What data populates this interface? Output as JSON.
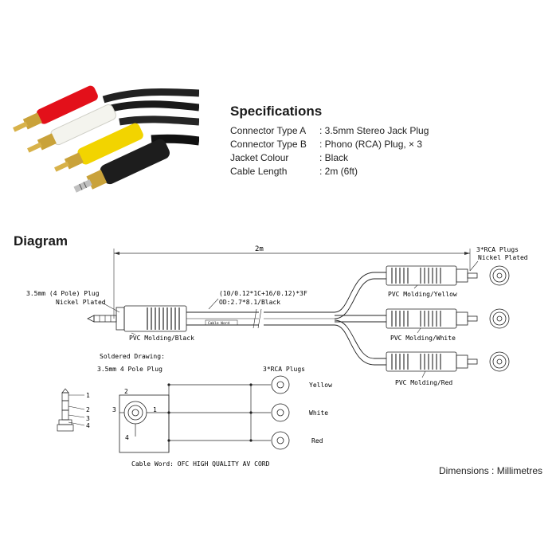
{
  "specifications": {
    "title": "Specifications",
    "rows": [
      {
        "key": "Connector Type A",
        "value": ": 3.5mm Stereo Jack Plug"
      },
      {
        "key": "Connector Type B",
        "value": ": Phono (RCA) Plug, × 3"
      },
      {
        "key": "Jacket Colour",
        "value": ": Black"
      },
      {
        "key": "Cable Length",
        "value": ": 2m (6ft)"
      }
    ]
  },
  "diagram": {
    "title": "Diagram",
    "length_label": "2m",
    "left_plug_line1": "3.5mm (4 Pole) Plug",
    "left_plug_line2": "Nickel Plated",
    "right_plug_line1": "3*RCA Plugs",
    "right_plug_line2": "Nickel Plated",
    "cable_spec_line1": "(10/0.12*1C+16/0.12)*3F",
    "cable_spec_line2": "OD:2.7*8.1/Black",
    "cable_word": "Cable Word",
    "molding_black": "PVC Molding/Black",
    "molding_yellow": "PVC Molding/Yellow",
    "molding_white": "PVC Molding/White",
    "molding_red": "PVC Molding/Red"
  },
  "soldered": {
    "title": "Soldered Drawing:",
    "plug_label": "3.5mm 4 Pole Plug",
    "rca_label": "3*RCA Plugs",
    "colors": [
      "Yellow",
      "White",
      "Red"
    ],
    "pins": [
      "1",
      "2",
      "3",
      "4"
    ],
    "cable_word_footer": "Cable Word: OFC HIGH QUALITY AV CORD"
  },
  "dimensions_note": "Dimensions : Millimetres",
  "colors": {
    "red": "#e3101a",
    "white": "#f2f2ec",
    "yellow": "#f2d400",
    "black": "#1d1d1d"
  }
}
